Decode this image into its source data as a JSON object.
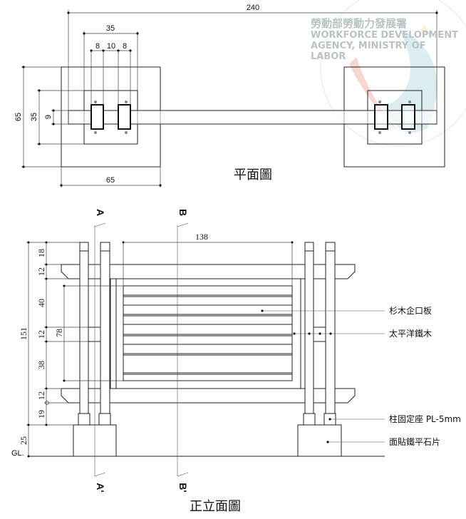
{
  "plan_view": {
    "title": "平面圖",
    "dims": {
      "overall": "240",
      "plate_width": "35",
      "post1": "8",
      "gap": "10",
      "post2": "8",
      "base_height": "65",
      "plate_height": "35",
      "beam": "9",
      "base_width": "65"
    }
  },
  "elevation_view": {
    "title": "正立面圖",
    "section_a": "A",
    "section_a_end": "A'",
    "section_b": "B",
    "section_b_end": "B'",
    "dims": {
      "total": "151",
      "top": "18",
      "rail_top": "12",
      "panel_upper": "40",
      "mid": "12",
      "panel_lower": "38",
      "rail_bottom": "12",
      "bottom": "19",
      "base": "25",
      "panel_height": "78",
      "panel_width": "138"
    },
    "ground_label": "GL.",
    "callouts": [
      "杉木企口板",
      "太平洋鐵木",
      "柱固定座 PL-5mm",
      "面貼鐵平石片"
    ]
  },
  "watermark": {
    "cn": "勞動部勞動力發展署",
    "en": "WORKFORCE DEVELOPMENT AGENCY, MINISTRY OF LABOR",
    "colors": [
      "#f4b8a8",
      "#bfe0e4",
      "#f7e3a6"
    ]
  }
}
